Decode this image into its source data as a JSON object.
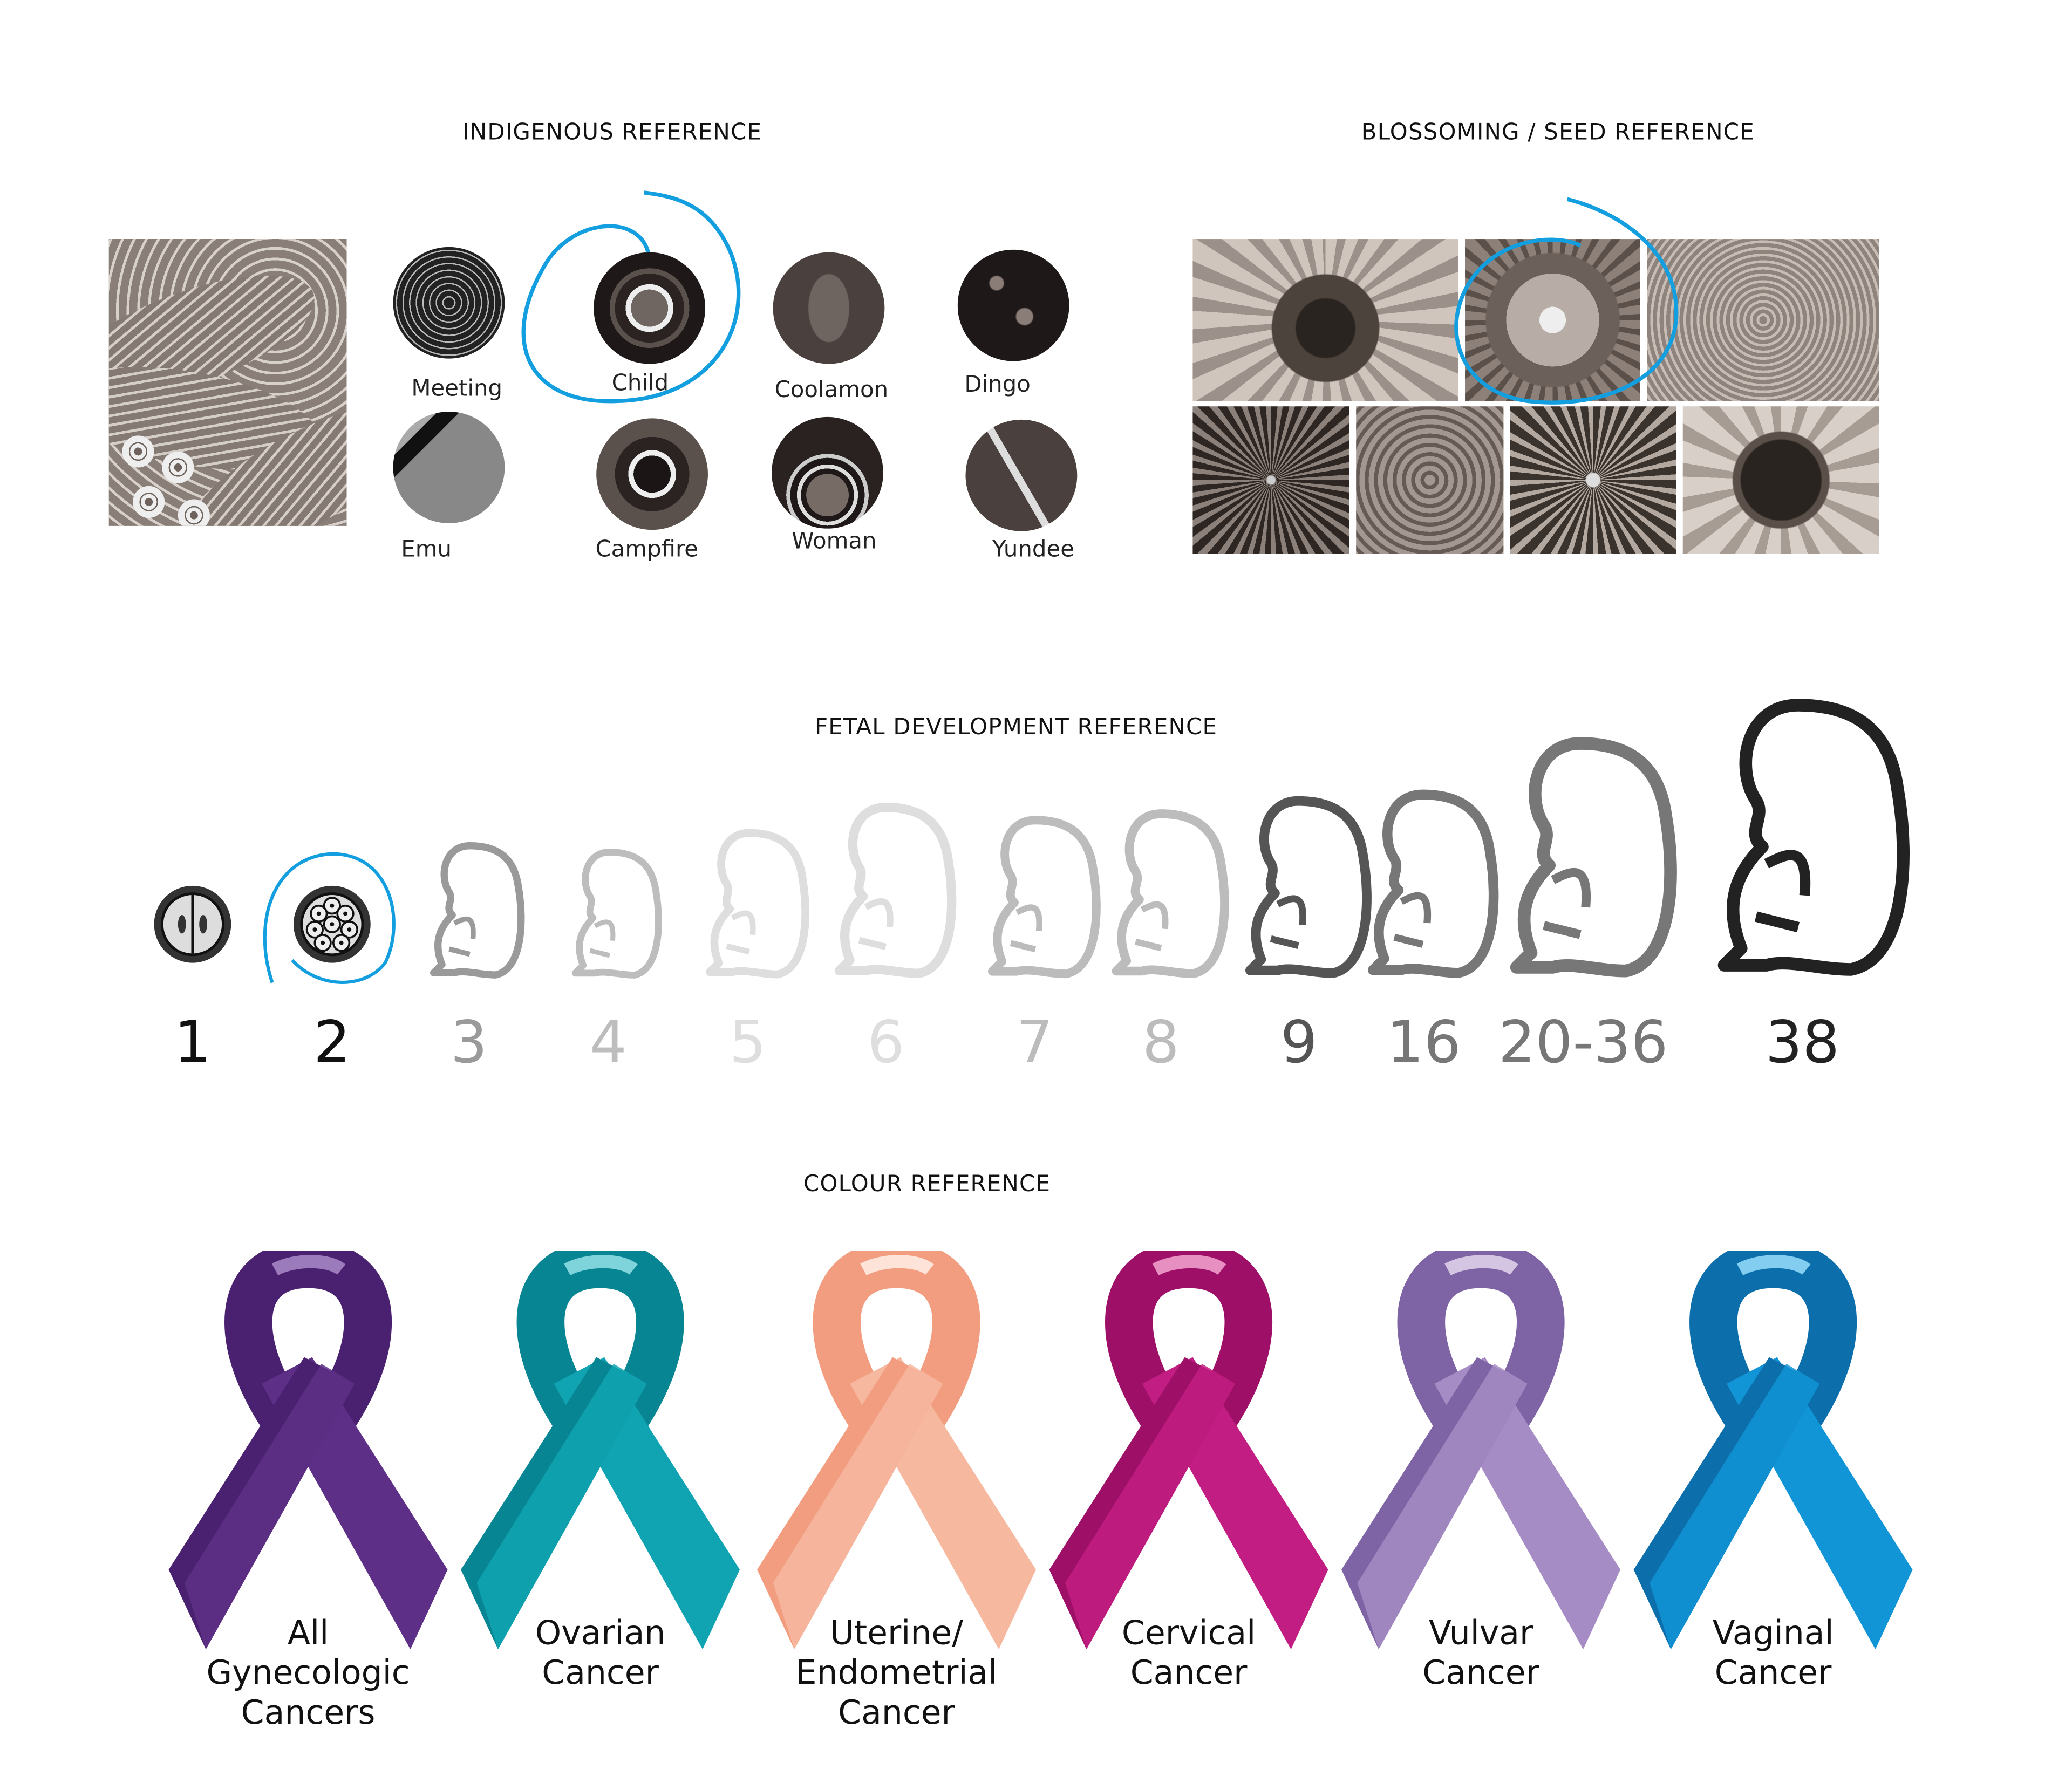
{
  "sections": {
    "indigenous": {
      "title": "INDIGENOUS REFERENCE",
      "symbols": [
        {
          "label": "Meeting"
        },
        {
          "label": "Child",
          "highlighted": true
        },
        {
          "label": "Coolamon"
        },
        {
          "label": "Dingo"
        },
        {
          "label": "Emu"
        },
        {
          "label": "Campfire"
        },
        {
          "label": "Woman"
        },
        {
          "label": "Yundee"
        }
      ]
    },
    "blossoming": {
      "title": "BLOSSOMING / SEED REFERENCE"
    },
    "fetal": {
      "title": "FETAL DEVELOPMENT REFERENCE",
      "stages": [
        {
          "label": "1",
          "color": "#111111"
        },
        {
          "label": "2",
          "color": "#111111",
          "highlighted": true
        },
        {
          "label": "3",
          "color": "#9a9a9a"
        },
        {
          "label": "4",
          "color": "#bdbdbd"
        },
        {
          "label": "5",
          "color": "#dedede"
        },
        {
          "label": "6",
          "color": "#dedede"
        },
        {
          "label": "7",
          "color": "#bcbcbc"
        },
        {
          "label": "8",
          "color": "#bcbcbc"
        },
        {
          "label": "9",
          "color": "#555555"
        },
        {
          "label": "16",
          "color": "#777777"
        },
        {
          "label": "20-36",
          "color": "#777777"
        },
        {
          "label": "38",
          "color": "#222222"
        }
      ]
    },
    "colour": {
      "title": "COLOUR REFERENCE",
      "ribbons": [
        {
          "label": "All\nGynecologic\nCancers",
          "color": "#5e2f86",
          "dark": "#4a2170",
          "light": "#9c7bbd"
        },
        {
          "label": "Ovarian\nCancer",
          "color": "#10a4b3",
          "dark": "#078592",
          "light": "#7fd3da"
        },
        {
          "label": "Uterine/\nEndometrial\nCancer",
          "color": "#f6b9a0",
          "dark": "#f29d7f",
          "light": "#fde3d8"
        },
        {
          "label": "Cervical\nCancer",
          "color": "#c21d83",
          "dark": "#9e1068",
          "light": "#e88fc2"
        },
        {
          "label": "Vulvar\nCancer",
          "color": "#a68cc4",
          "dark": "#7e64a4",
          "light": "#d4c5e3"
        },
        {
          "label": "Vaginal\nCancer",
          "color": "#1295d6",
          "dark": "#0c6fac",
          "light": "#82cdf0"
        }
      ]
    }
  },
  "colors": {
    "highlight": "#139fdf"
  }
}
